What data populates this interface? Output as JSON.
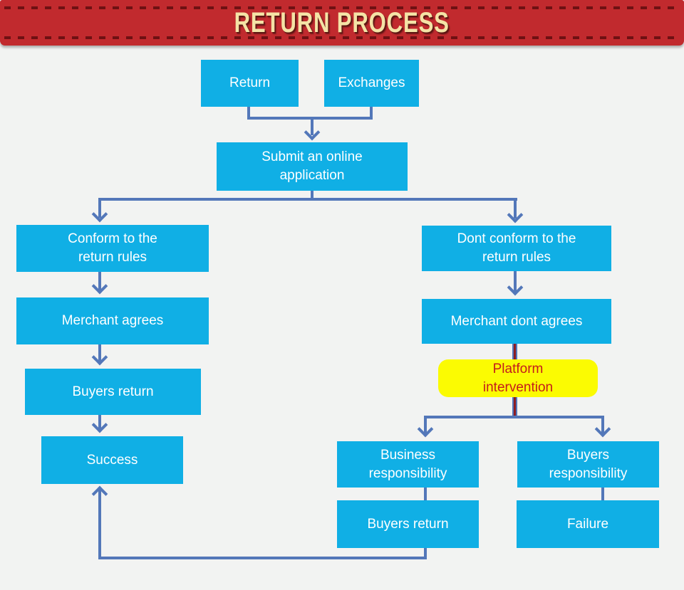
{
  "header": {
    "title": "RETURN PROCESS"
  },
  "colors": {
    "banner_red": "#C12A2E",
    "banner_dash_maroon": "#6E1113",
    "banner_text_gold": "#F4E3A6",
    "node_cyan": "#10AFE5",
    "node_text_white": "#FFFFFF",
    "connector_blue": "#5377B9",
    "connector_maroon": "#8E1B20",
    "highlight_yellow": "#FBFB02",
    "highlight_text_red": "#C41C1C",
    "background_gray": "#F2F3F2"
  },
  "nodes": {
    "return": {
      "label": "Return"
    },
    "exchanges": {
      "label": "Exchanges"
    },
    "submit_application": {
      "label": "Submit an online\napplication"
    },
    "conform_rules": {
      "label": "Conform to the\nreturn rules"
    },
    "merchant_agrees": {
      "label": "Merchant agrees"
    },
    "buyers_return_left": {
      "label": "Buyers return"
    },
    "success": {
      "label": "Success"
    },
    "dont_conform_rules": {
      "label": "Dont conform to the\nreturn rules"
    },
    "merchant_dont_agrees": {
      "label": "Merchant dont agrees"
    },
    "platform_intervention": {
      "label": "Platform\nintervention"
    },
    "business_responsibility": {
      "label": "Business\nresponsibility"
    },
    "buyers_responsibility": {
      "label": "Buyers\nresponsibility"
    },
    "buyers_return_right": {
      "label": "Buyers return"
    },
    "failure": {
      "label": "Failure"
    }
  }
}
